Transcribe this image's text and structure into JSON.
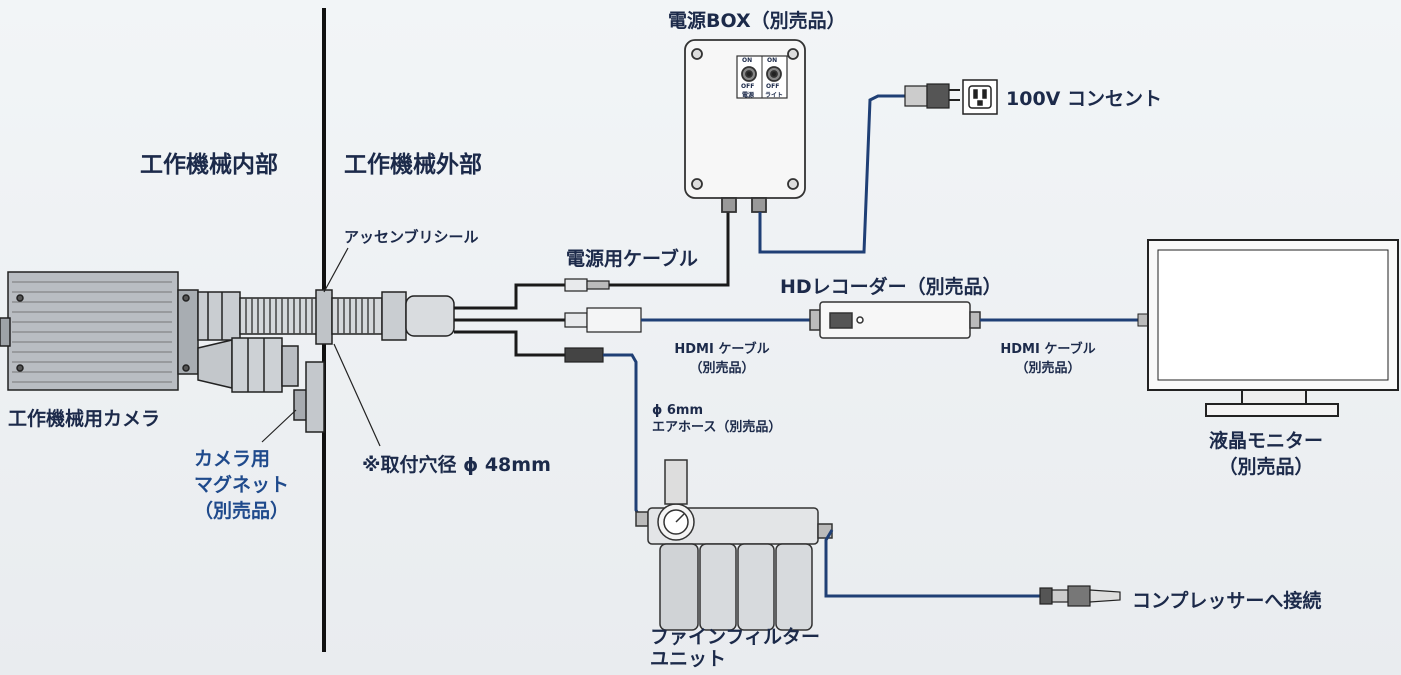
{
  "labels": {
    "power_box": "電源BOX（別売品）",
    "outlet": "100V コンセント",
    "inside": "工作機械内部",
    "outside": "工作機械外部",
    "assembly_seal": "アッセンブリシール",
    "power_cable": "電源用ケーブル",
    "hd_recorder": "HDレコーダー（別売品）",
    "hdmi_cable_1": "HDMI ケーブル",
    "hdmi_cable_1_sub": "（別売品）",
    "hdmi_cable_2": "HDMI ケーブル",
    "hdmi_cable_2_sub": "（別売品）",
    "camera": "工作機械用カメラ",
    "magnet_1": "カメラ用",
    "magnet_2": "マグネット",
    "magnet_3": "（別売品）",
    "mount_hole": "※取付穴径 ϕ 48mm",
    "air_hose_1": "ϕ 6mm",
    "air_hose_2": "エアホース（別売品）",
    "monitor_1": "液晶モニター",
    "monitor_2": "（別売品）",
    "filter_1": "ファインフィルター",
    "filter_2": "ユニット",
    "compressor": "コンプレッサーへ接続",
    "switch_on_1": "ON",
    "switch_off_1": "OFF",
    "switch_on_2": "ON",
    "switch_off_2": "OFF",
    "switch_cap_1": "電源",
    "switch_cap_2": "ライト"
  },
  "colors": {
    "line_dark": "#1a1a1a",
    "cable_blue": "#1f3f75",
    "label_blue": "#1f4a8c",
    "label_dark": "#1c2a4a"
  }
}
